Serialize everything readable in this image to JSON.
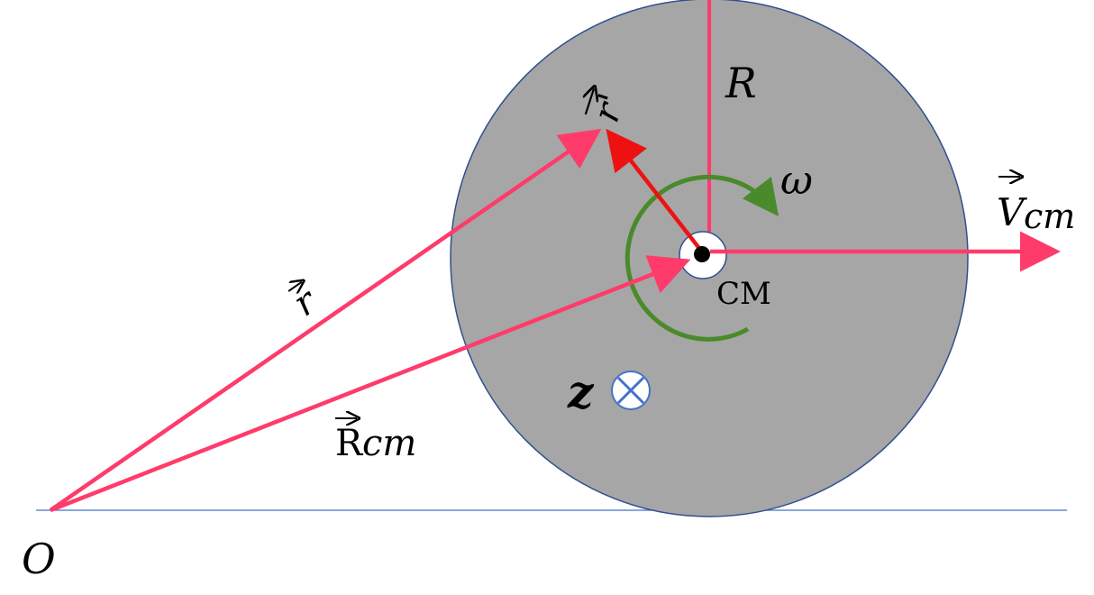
{
  "labels": {
    "origin": "O",
    "radius": "R",
    "omega": "ω",
    "cm": "CM",
    "z_axis": "z",
    "r_vec": "r",
    "r_prime_vec": "r'",
    "r_cm_main": "R",
    "r_cm_sub": "cm",
    "v_cm_main": "V",
    "v_cm_sub": "cm"
  },
  "icons": {
    "into_page": "circle-cross-icon",
    "vector_arrow": "right-arrow-overbar"
  },
  "colors": {
    "disk_fill": "#a6a6a6",
    "disk_stroke": "#2f4f8f",
    "vector_pink": "#ff3b6b",
    "vector_red": "#ee1111",
    "rotation_green": "#4a8a2a",
    "ground_line": "#4472c4",
    "z_symbol": "#4472c4"
  }
}
